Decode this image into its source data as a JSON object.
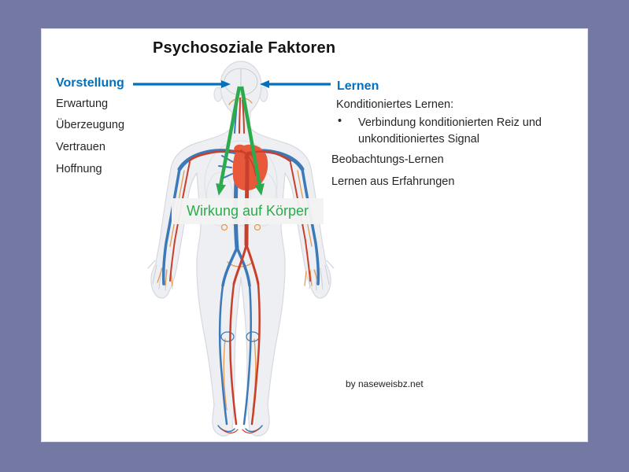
{
  "slide": {
    "title": "Psychosoziale Faktoren",
    "attribution": "by naseweisbz.net"
  },
  "vorstellung": {
    "heading": "Vorstellung",
    "items": [
      "Erwartung",
      "Überzeugung",
      "Vertrauen",
      "Hoffnung"
    ]
  },
  "lernen": {
    "heading": "Lernen",
    "subheading": "Konditioniertes Lernen:",
    "bullet_marker": "•",
    "bullet_lines": [
      "Verbindung konditionierten Reiz und",
      "unkonditioniertes Signal"
    ],
    "items": [
      "Beobachtungs-Lernen",
      "Lernen aus Erfahrungen"
    ]
  },
  "effect_box": {
    "label": "Wirkung auf Körper"
  },
  "figure": {
    "name": "human-circulatory-system-figure"
  },
  "colors": {
    "page_background": "#7379A2",
    "slide_background": "#FFFFFF",
    "accent_blue": "#0070C0",
    "accent_green": "#2CAB4E",
    "artery_red": "#C8402C",
    "vein_blue": "#3B79B8",
    "heart_orange": "#E8583A",
    "text_dark": "#262626"
  }
}
